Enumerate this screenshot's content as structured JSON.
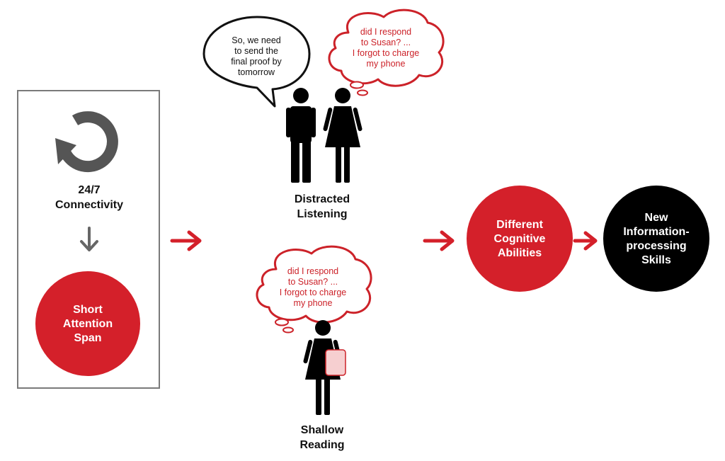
{
  "colors": {
    "red": "#d4202a",
    "black": "#000000",
    "gray": "#555555",
    "arrow_gray": "#666666",
    "thought_outline": "#cc2229",
    "device_fill": "#f6cfd0"
  },
  "icons": {
    "connectivity": "refresh-cycle-icon",
    "person": "person-icon",
    "arrow": "arrow-right-icon"
  },
  "box": {
    "connectivity_line1": "24/7",
    "connectivity_line2": "Connectivity",
    "circle_line1": "Short",
    "circle_line2": "Attention",
    "circle_line3": "Span"
  },
  "listening": {
    "speech_lines": [
      "So, we need",
      "to send the",
      "final proof by",
      "tomorrow"
    ],
    "thought_lines": [
      "did I respond",
      "to Susan? ...",
      "I forgot to charge",
      "my phone"
    ],
    "label_line1": "Distracted",
    "label_line2": "Listening"
  },
  "reading": {
    "thought_lines": [
      "did I respond",
      "to Susan? ...",
      "I forgot to charge",
      "my phone"
    ],
    "label_line1": "Shallow",
    "label_line2": "Reading"
  },
  "cognitive": {
    "line1": "Different",
    "line2": "Cognitive",
    "line3": "Abilities"
  },
  "skills": {
    "line1": "New",
    "line2": "Information-",
    "line3": "processing",
    "line4": "Skills"
  }
}
